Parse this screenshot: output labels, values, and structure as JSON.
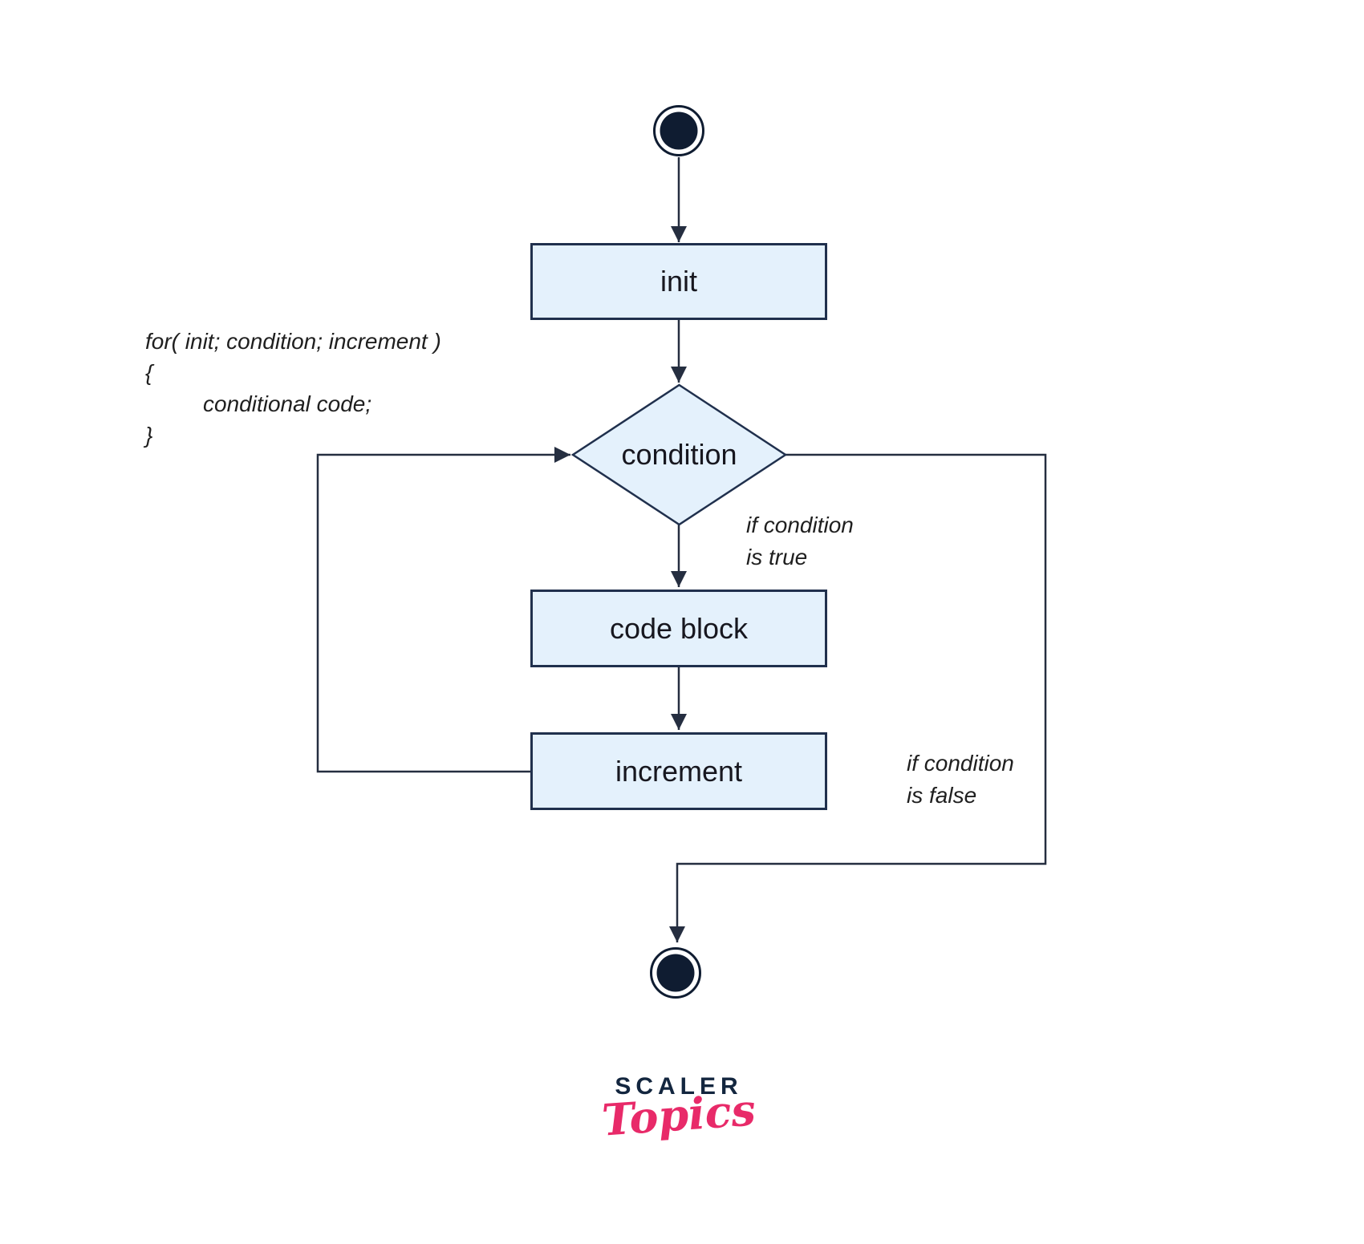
{
  "colors": {
    "node_fill": "#e4f1fc",
    "node_border": "#20304d",
    "line": "#252e40",
    "terminal": "#0f1c31",
    "label_text": "#17171f",
    "annotation_text": "#1f1f1f",
    "brand_navy": "#13263f",
    "brand_pink": "#e82a69"
  },
  "flowchart": {
    "nodes": {
      "init": {
        "label": "init"
      },
      "condition": {
        "label": "condition"
      },
      "code_block": {
        "label": "code block"
      },
      "increment": {
        "label": "increment"
      }
    },
    "branch_labels": {
      "true_branch": {
        "line1": "if condition",
        "line2": "is true"
      },
      "false_branch": {
        "line1": "if condition",
        "line2": "is false"
      }
    },
    "code_snippet": {
      "line1": "for( init; condition; increment )",
      "line2": "{",
      "line3": "conditional code;",
      "line4": "}"
    }
  },
  "branding": {
    "wordmark": "SCALER",
    "sub_wordmark": "Topics"
  }
}
